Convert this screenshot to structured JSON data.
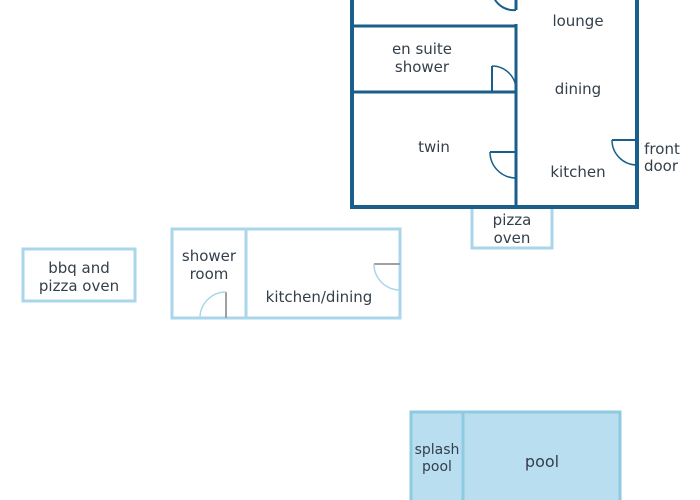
{
  "rooms": {
    "lounge": "lounge",
    "en_suite_line1": "en suite",
    "en_suite_line2": "shower",
    "dining": "dining",
    "twin": "twin",
    "kitchen": "kitchen",
    "front_door_line1": "front",
    "front_door_line2": "door",
    "pizza_oven_line1": "pizza",
    "pizza_oven_line2": "oven",
    "bbq_line1": "bbq and",
    "bbq_line2": "pizza oven",
    "shower_room_line1": "shower",
    "shower_room_line2": "room",
    "kitchen_dining": "kitchen/dining",
    "splash_pool_line1": "splash",
    "splash_pool_line2": "pool",
    "pool": "pool"
  },
  "colors": {
    "main_house_walls": "#1a5f8a",
    "outbuilding_walls": "#a9d6ea",
    "pool_fill": "#b9def0",
    "text": "#333f4a"
  }
}
